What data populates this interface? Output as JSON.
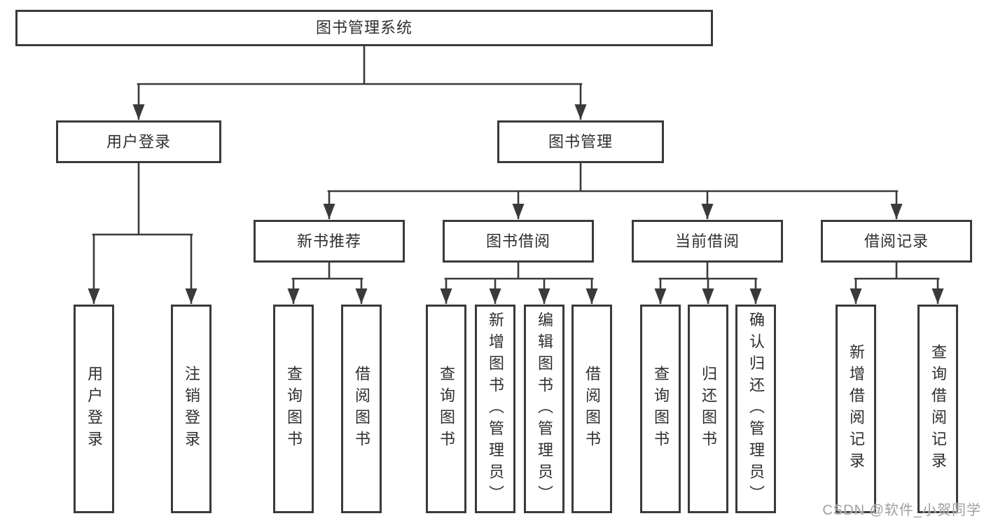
{
  "diagram": {
    "root": {
      "label": "图书管理系统",
      "children": [
        {
          "label": "用户登录",
          "children": [
            {
              "label": "用户登录"
            },
            {
              "label": "注销登录"
            }
          ]
        },
        {
          "label": "图书管理",
          "children": [
            {
              "label": "新书推荐",
              "children": [
                {
                  "label": "查询图书"
                },
                {
                  "label": "借阅图书"
                }
              ]
            },
            {
              "label": "图书借阅",
              "children": [
                {
                  "label": "查询图书"
                },
                {
                  "label": "新增图书（管理员）"
                },
                {
                  "label": "编辑图书（管理员）"
                },
                {
                  "label": "借阅图书"
                }
              ]
            },
            {
              "label": "当前借阅",
              "children": [
                {
                  "label": "查询图书"
                },
                {
                  "label": "归还图书"
                },
                {
                  "label": "确认归还（管理员）"
                }
              ]
            },
            {
              "label": "借阅记录",
              "children": [
                {
                  "label": "新增借阅记录"
                },
                {
                  "label": "查询借阅记录"
                }
              ]
            }
          ]
        }
      ]
    },
    "colors": {
      "line": "#3a3a3a",
      "box_border": "#3a3a3a",
      "text": "#2f2f2f",
      "background": "#ffffff",
      "watermark": "#a0a0a0"
    }
  },
  "watermark": {
    "text": "CSDN @软件_小贺同学"
  }
}
